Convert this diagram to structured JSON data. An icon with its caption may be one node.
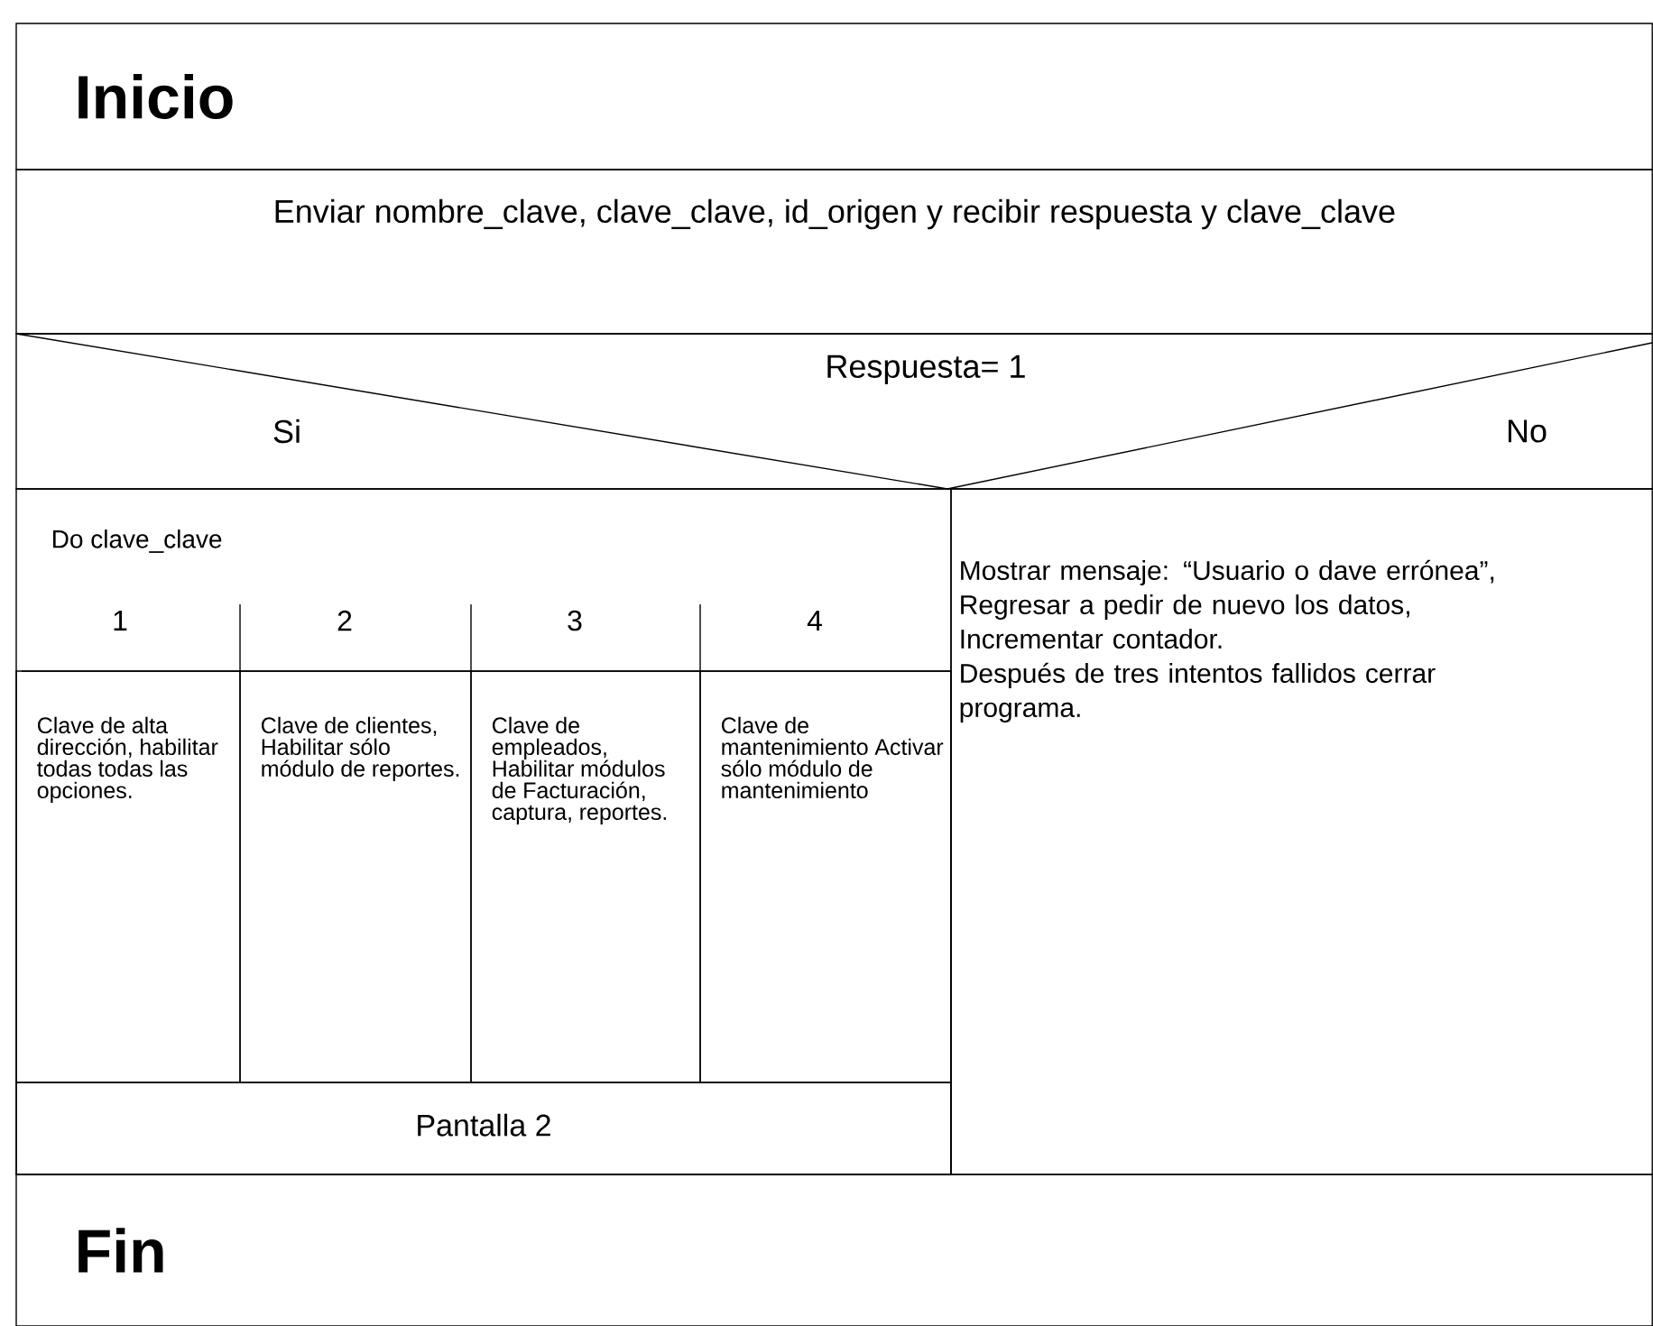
{
  "diagram": {
    "nodes": [
      {
        "text": [
          "Inicio"
        ]
      },
      {
        "text": [
          "Enviar nombre_clave, clave_clave, id_origen y recibir respuesta y clave_clave"
        ]
      },
      {
        "text": [
          "Respuesta= 1",
          "Si",
          "No"
        ]
      },
      {
        "text": [
          "Do clave_clave"
        ]
      },
      {
        "text": [
          "1"
        ],
        "in": 3
      },
      {
        "text": [
          "2"
        ],
        "in": 3
      },
      {
        "text": [
          "3"
        ],
        "in": 3
      },
      {
        "text": [
          "4"
        ],
        "in": 3
      },
      {
        "text": [
          "Clave de alta dirección, habilitar todas todas las opciones."
        ],
        "in": 3
      },
      {
        "text": [
          "Clave de clientes, Habilitar sólo módulo de reportes."
        ],
        "in": 3
      },
      {
        "text": [
          "Clave de empleados, Habilitar módulos de Facturación, captura, reportes."
        ],
        "in": 3
      },
      {
        "text": [
          "Clave de mantenimiento Activar sólo módulo de mantenimiento"
        ],
        "in": 3
      },
      {
        "text": [
          "Pantalla 2"
        ],
        "in": 3
      },
      {
        "text": [
          "Mostrar mensaje: “Usuario o dave errónea”,",
          "Regresar a pedir de nuevo los datos,",
          "Incrementar contador.",
          "Después de tres intentos fallidos cerrar programa."
        ]
      },
      {
        "text": [
          "Fin"
        ]
      }
    ],
    "edges": []
  }
}
